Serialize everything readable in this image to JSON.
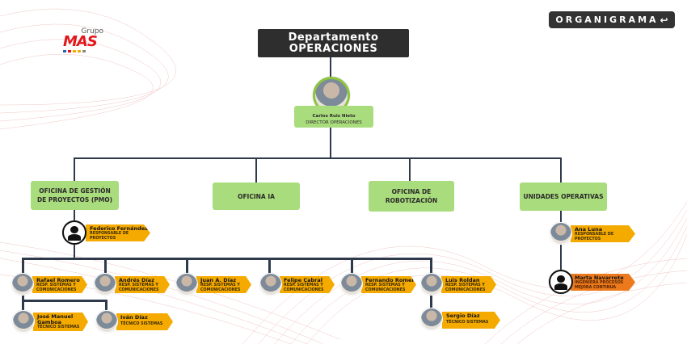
{
  "logo": {
    "top": "Grupo",
    "brand": "MAS"
  },
  "header": {
    "title_line1": "Departamento",
    "title_line2": "OPERACIONES",
    "button_label": "ORGANIGRAMA",
    "button_icon": "return-arrow-icon"
  },
  "director": {
    "name": "Carlos Ruiz Nieto",
    "role": "DIRECTOR OPERACIONES"
  },
  "offices": [
    {
      "label": "OFICINA DE GESTIÓN DE PROYECTOS (PMO)"
    },
    {
      "label": "OFICINA IA"
    },
    {
      "label": "OFICINA DE ROBOTIZACIÓN"
    },
    {
      "label": "UNIDADES OPERATIVAS"
    }
  ],
  "pmo_lead": {
    "name": "Federico Fernández",
    "role": "RESPONSABLE DE PROYECTOS"
  },
  "team": [
    {
      "name": "Rafael Romero",
      "role": "RESP. SISTEMAS Y COMUNICACIONES"
    },
    {
      "name": "Andrés Díaz",
      "role": "RESP. SISTEMAS Y COMUNICACIONES"
    },
    {
      "name": "Juan A. Díaz",
      "role": "RESP. SISTEMAS Y COMUNICACIONES"
    },
    {
      "name": "Felipe Cabral",
      "role": "RESP. SISTEMAS Y COMUNICACIONES"
    },
    {
      "name": "Fernando Romero",
      "role": "RESP. SISTEMAS Y COMUNICACIONES"
    },
    {
      "name": "Luis Roldan",
      "role": "RESP. SISTEMAS Y COMUNICACIONES"
    }
  ],
  "sub_team": [
    {
      "name": "José Manuel Gamboa",
      "role": "TÉCNICO SISTEMAS"
    },
    {
      "name": "Iván Díaz",
      "role": "TÉCNICO SISTEMAS"
    },
    {
      "name": "Sergio Díaz",
      "role": "TÉCNICO SISTEMAS"
    }
  ],
  "units": [
    {
      "name": "Ana Luna",
      "role": "RESPONSABLE DE PROYECTOS"
    },
    {
      "name": "Marta Navarrete",
      "role": "INGENIERA PROCESOS MEJORA CONTINUA"
    }
  ],
  "colors": {
    "tag": "#f5aa00",
    "tag_orange": "#ec7a1c",
    "office": "#a9dc7c",
    "line": "#2e3a4b",
    "title": "#2e2e2e"
  }
}
